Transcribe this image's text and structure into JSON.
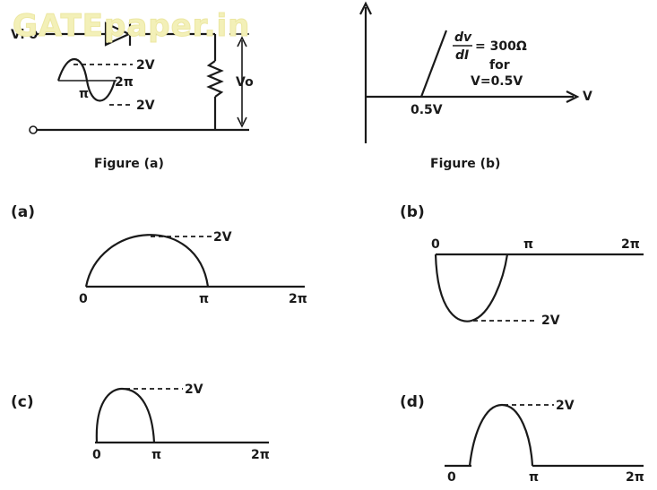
{
  "watermark": "GATEpaper.in",
  "figure_a": {
    "caption": "Figure (a)",
    "input_label": "Vi o",
    "output_label": "Vo",
    "peak_label": "2V",
    "trough_label": "2V",
    "pi_label": "π",
    "two_pi_label": "2π"
  },
  "figure_b": {
    "caption": "Figure (b)",
    "slope_num": "dv",
    "slope_den": "dI",
    "slope_value": "= 300Ω",
    "for_label": "for",
    "condition": "V=0.5V",
    "knee_label": "0.5V",
    "axis_label": "V"
  },
  "options": [
    {
      "label": "(a)",
      "origin": "0",
      "pi": "π",
      "two_pi": "2π",
      "peak": "2V"
    },
    {
      "label": "(b)",
      "origin": "0",
      "pi": "π",
      "two_pi": "2π",
      "peak": "2V"
    },
    {
      "label": "(c)",
      "origin": "0",
      "pi": "π",
      "two_pi": "2π",
      "peak": "2V"
    },
    {
      "label": "(d)",
      "origin": "0",
      "pi": "π",
      "two_pi": "2π",
      "peak": "2V"
    }
  ]
}
